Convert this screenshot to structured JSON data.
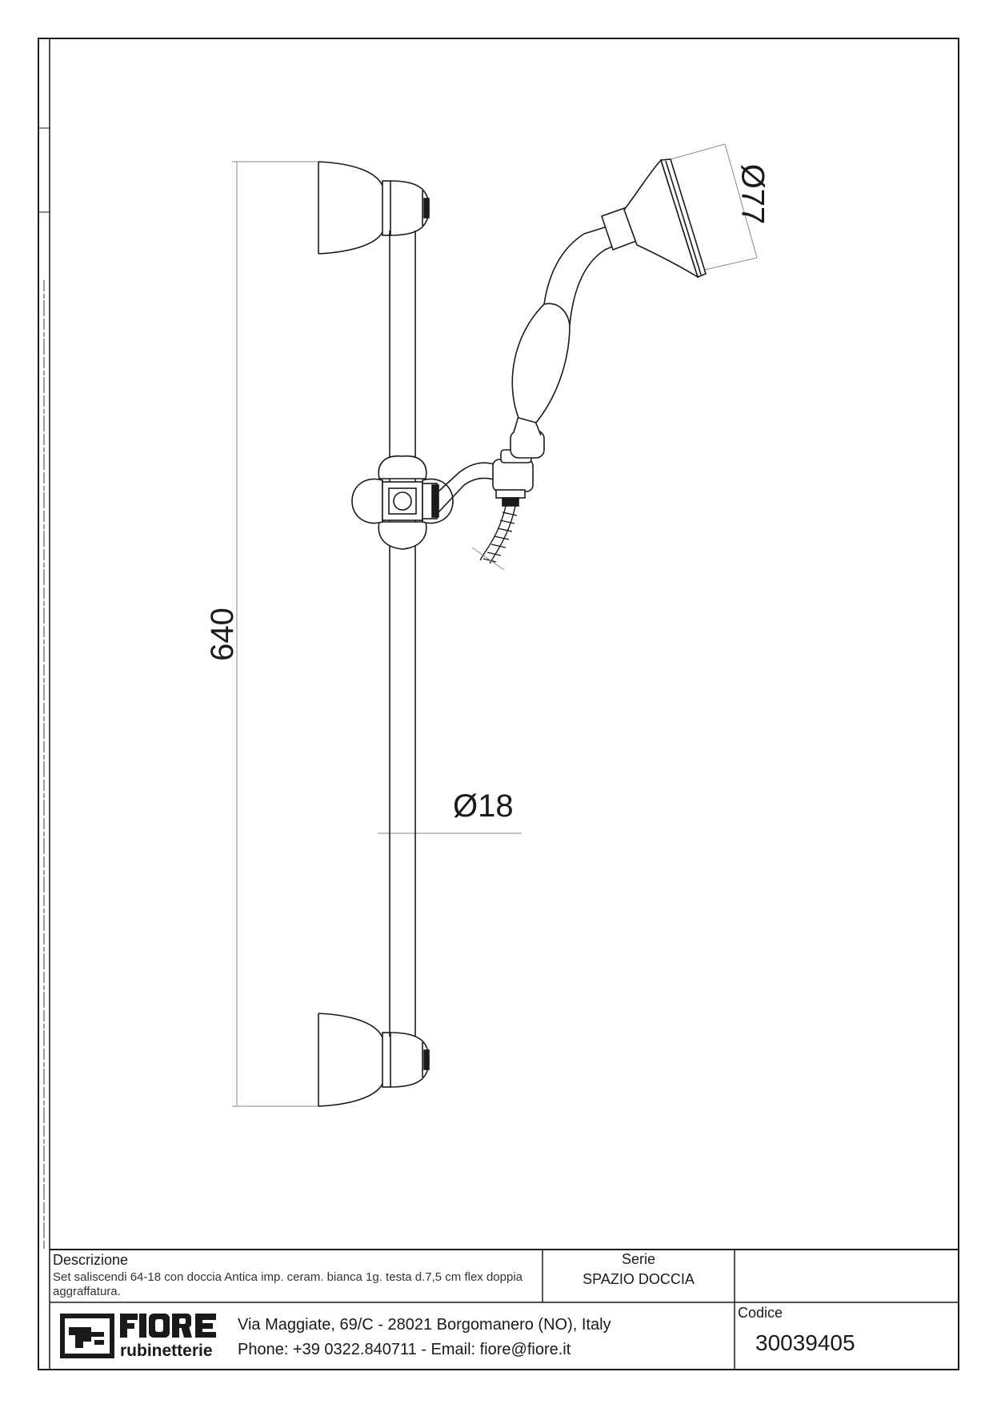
{
  "drawing": {
    "dimensions": {
      "height_label": "640",
      "bar_diameter_label": "Ø18",
      "head_diameter_label": "Ø77"
    }
  },
  "title_block": {
    "descrizione_label": "Descrizione",
    "descrizione_text": "Set saliscendi 64-18 con doccia Antica imp. ceram. bianca 1g. testa d.7,5 cm flex doppia aggraffatura.",
    "serie_label": "Serie",
    "serie_value": "SPAZIO DOCCIA",
    "codice_label": "Codice",
    "codice_value": "30039405",
    "address_line": "Via Maggiate, 69/C - 28021 Borgomanero (NO), Italy",
    "contact_line": "Phone: +39 0322.840711 - Email: fiore@fiore.it"
  },
  "logo": {
    "brand": "FIORE",
    "tagline": "rubinetterie",
    "icon": "fiore-logo-icon"
  },
  "colors": {
    "line": "#1a1a1a",
    "dim_line": "#888888"
  }
}
